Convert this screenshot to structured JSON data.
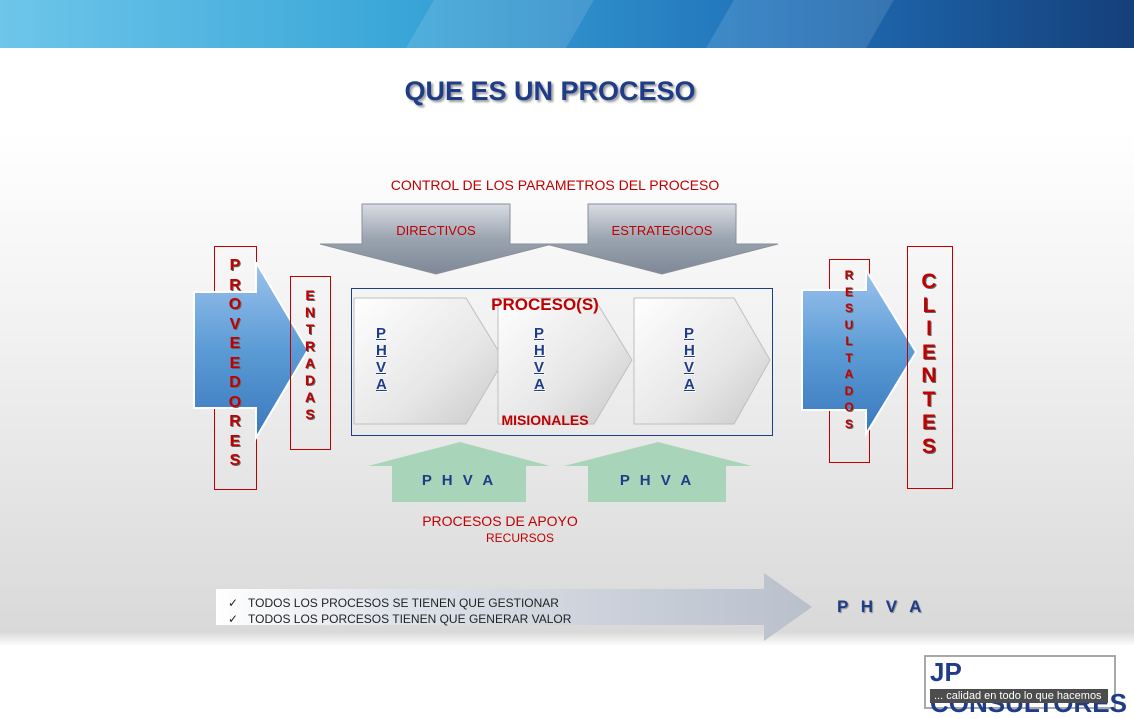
{
  "title": "QUE ES UN PROCESO",
  "control_label": "CONTROL DE LOS PARAMETROS DEL PROCESO",
  "top_arrows": [
    "DIRECTIVOS",
    "ESTRATEGICOS"
  ],
  "proveedores": [
    "P",
    "R",
    "O",
    "V",
    "E",
    "E",
    "D",
    "O",
    "R",
    "E",
    "S"
  ],
  "entradas": [
    "E",
    "N",
    "T",
    "R",
    "A",
    "D",
    "A",
    "S"
  ],
  "proceso_title": "PROCESO(S)",
  "phva_letters": [
    "P",
    "H",
    "V",
    "A"
  ],
  "misionales": "MISIONALES",
  "resultados": [
    "R",
    "E",
    "S",
    "U",
    "L",
    "T",
    "A",
    "D",
    "O",
    "S"
  ],
  "clientes": [
    "C",
    "L",
    "I",
    "E",
    "N",
    "T",
    "E",
    "S"
  ],
  "support_arrows": [
    "P H V A",
    "P H V A"
  ],
  "apoyo_line1": "PROCESOS DE APOYO",
  "apoyo_line2": "RECURSOS",
  "bullets": [
    "TODOS LOS PROCESOS SE TIENEN QUE GESTIONAR",
    "TODOS LOS PORCESOS TIENEN QUE GENERAR VALOR"
  ],
  "bottom_phva": "P H V A",
  "logo": {
    "title": "JP CONSULTORES",
    "subtitle": "... calidad en todo lo que hacemos"
  },
  "colors": {
    "accent_red": "#c00000",
    "title_blue": "#1f3c88",
    "arrow_blue": "#5b9bd5",
    "support_green": "#a8d5b9"
  }
}
